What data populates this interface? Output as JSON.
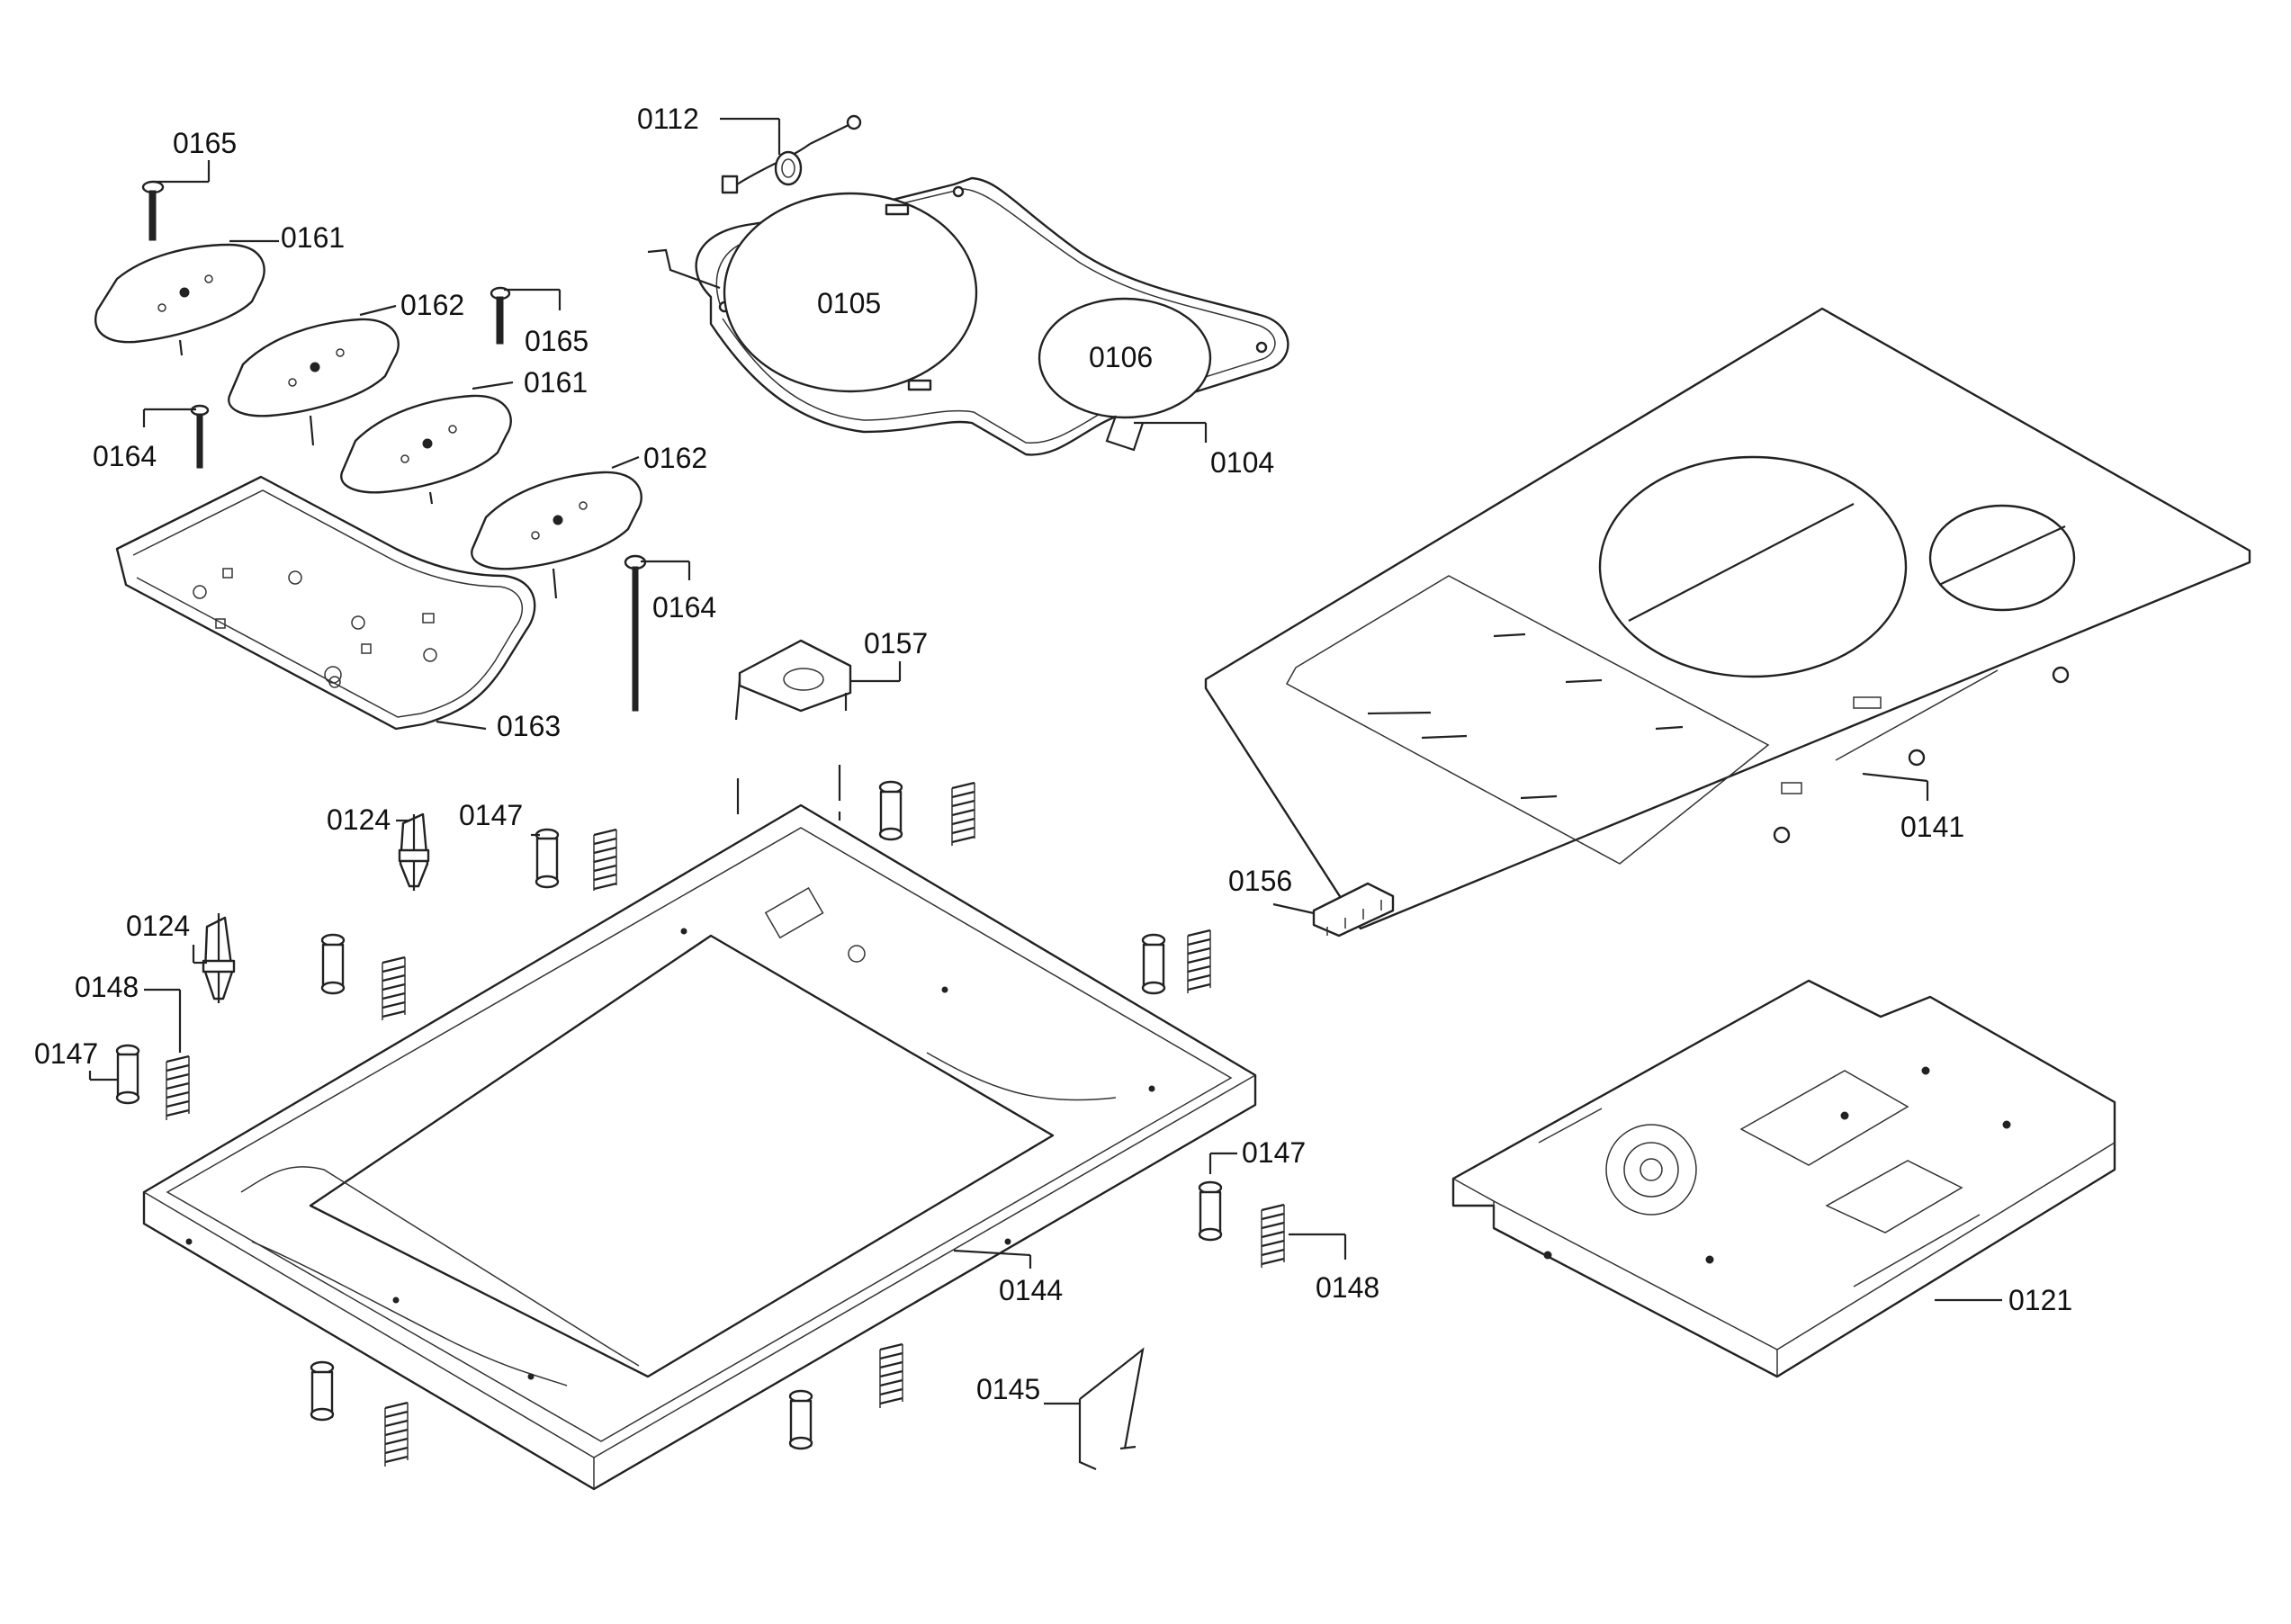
{
  "callouts": {
    "c0112": "0112",
    "c0105": "0105",
    "c0106": "0106",
    "c0104": "0104",
    "c0165a": "0165",
    "c0161a": "0161",
    "c0162a": "0162",
    "c0165b": "0165",
    "c0161b": "0161",
    "c0164a": "0164",
    "c0162b": "0162",
    "c0164b": "0164",
    "c0163": "0163",
    "c0157": "0157",
    "c0141": "0141",
    "c0124a": "0124",
    "c0147a": "0147",
    "c0124b": "0124",
    "c0148a": "0148",
    "c0147b": "0147",
    "c0156": "0156",
    "c0147c": "0147",
    "c0148b": "0148",
    "c0144": "0144",
    "c0145": "0145",
    "c0121": "0121"
  }
}
